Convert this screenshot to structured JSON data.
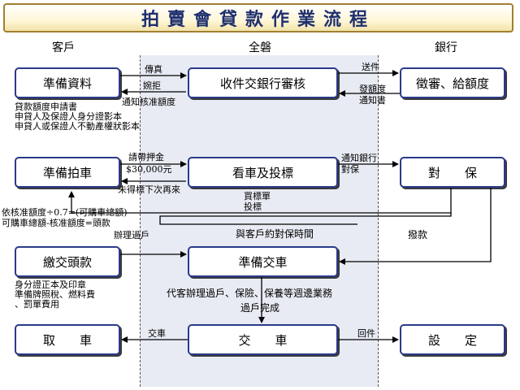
{
  "title": "拍賣會貸款作業流程",
  "columns": {
    "customer": "客戶",
    "corp": "全磐",
    "bank": "銀行"
  },
  "boxes": {
    "prepare_docs": "準備資料",
    "receive_review": "收件交銀行審核",
    "bank_review": "徵審、給額度",
    "prepare_bid": "準備拍車",
    "view_bid": "看車及投標",
    "guarantee": "對　　保",
    "pay_down": "繳交頭款",
    "prepare_delivery": "準備交車",
    "pickup": "取　　車",
    "delivery": "交　　車",
    "setup": "設　　定"
  },
  "labels": {
    "fax": "傳真",
    "send": "送件",
    "reject": "婉拒",
    "notify_approved": "通知核准額度",
    "issue_line": "發額度",
    "notify": "通知書",
    "docs_list": [
      "貸款額度申請書",
      "申貸人及保證人身分證影本",
      "申貸人或保證人不動產權狀影本"
    ],
    "deposit_req": "請帶押金",
    "deposit_amt": "$30,000元",
    "not_won": "未得標下次再來",
    "notify_bank": "通知銀行",
    "to_guarantee": "對保",
    "buy_form": "買標單",
    "bid": "投標",
    "formula1": "依核准額度÷0.7=(可購車總額)",
    "formula2": "可購車總額-核准額度=頭款",
    "transfer": "辦理過戶",
    "appointment": "與客戶約對保時間",
    "disburse": "撥款",
    "id_docs": [
      "身分證正本及印章",
      "準備牌照稅、燃料費",
      "、罰單費用"
    ],
    "services": "代客辦理過戶、保險、保養等週邊業務",
    "transfer_done": "過戶完成",
    "handover": "交車",
    "return_docs": "回件"
  }
}
